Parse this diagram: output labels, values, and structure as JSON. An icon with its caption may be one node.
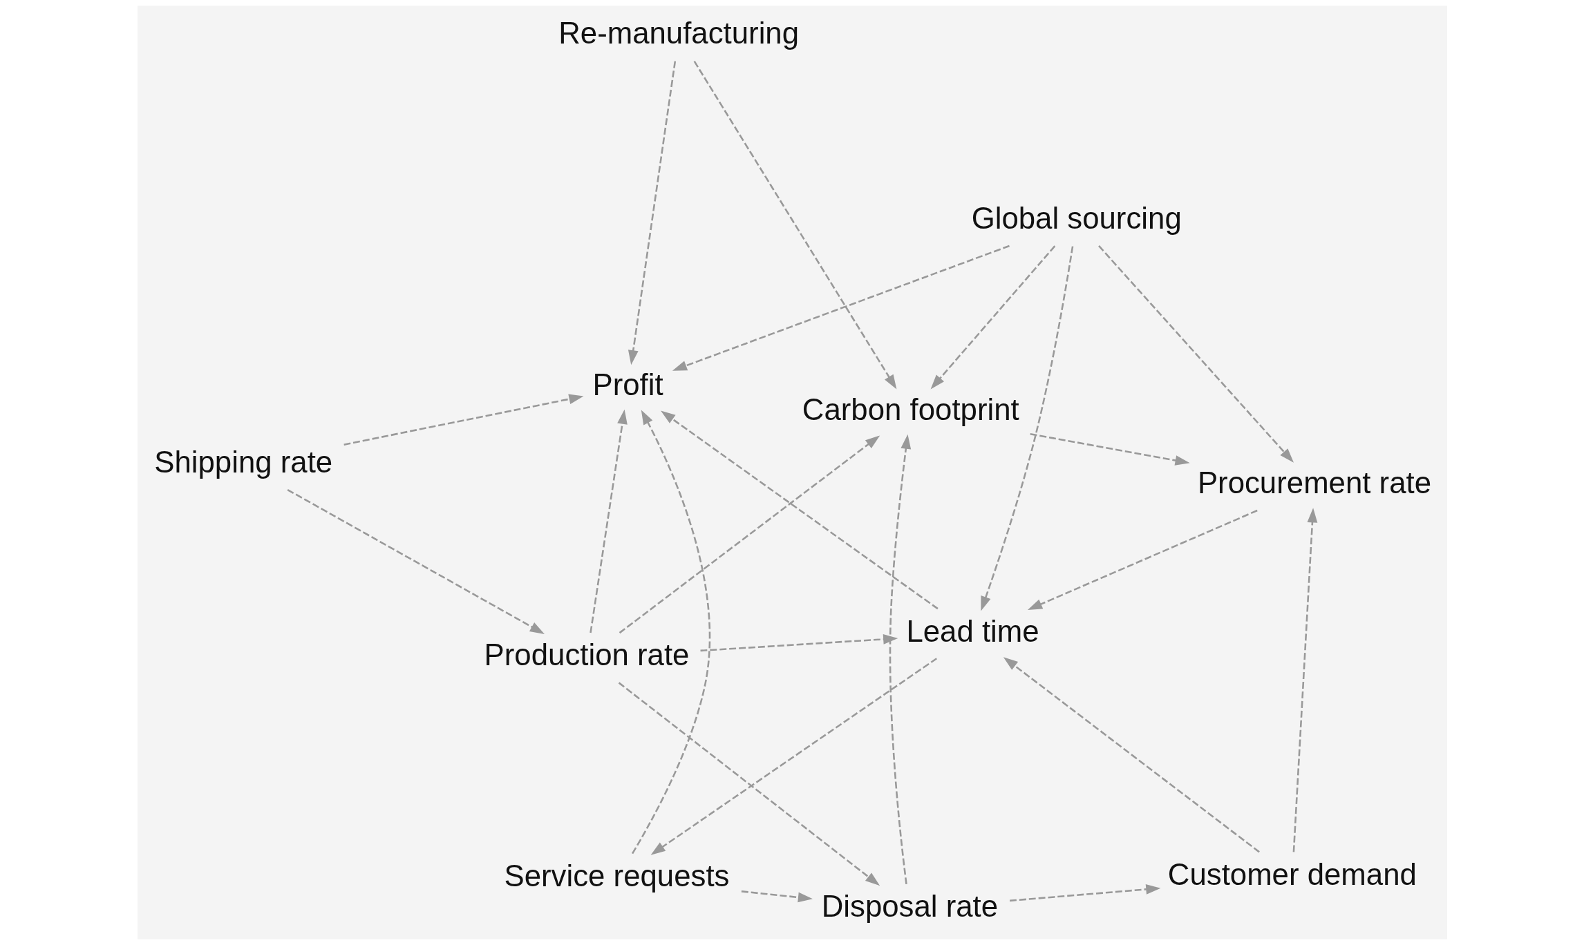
{
  "diagram": {
    "nodes": [
      {
        "text": [
          "Re-manufacturing"
        ]
      },
      {
        "text": [
          "Carbon footprint"
        ]
      },
      {
        "text": [
          "Shipping rate"
        ]
      },
      {
        "text": [
          "Profit"
        ]
      },
      {
        "text": [
          "Production rate"
        ]
      },
      {
        "text": [
          "Global sourcing"
        ]
      },
      {
        "text": [
          "Service requests"
        ]
      },
      {
        "text": [
          "Lead time"
        ]
      },
      {
        "text": [
          "Disposal rate"
        ]
      },
      {
        "text": [
          "Procurement rate"
        ]
      },
      {
        "text": [
          "Customer demand"
        ]
      }
    ],
    "edges": [
      {
        "from": 0,
        "to": 1,
        "arrow": "to",
        "style": "dashed"
      },
      {
        "from": 0,
        "to": 3,
        "arrow": "to",
        "style": "dashed"
      },
      {
        "from": 2,
        "to": 3,
        "arrow": "to",
        "style": "dashed"
      },
      {
        "from": 2,
        "to": 4,
        "arrow": "to",
        "style": "dashed"
      },
      {
        "from": 4,
        "to": 3,
        "arrow": "to",
        "style": "dashed"
      },
      {
        "from": 5,
        "to": 3,
        "arrow": "to",
        "style": "dashed"
      },
      {
        "from": 7,
        "to": 3,
        "arrow": "to",
        "style": "dashed"
      },
      {
        "from": 6,
        "to": 3,
        "arrow": "to",
        "style": "dashed"
      },
      {
        "from": 6,
        "to": 8,
        "arrow": "to",
        "style": "dashed"
      },
      {
        "from": 7,
        "to": 6,
        "arrow": "to",
        "style": "dashed"
      },
      {
        "from": 4,
        "to": 8,
        "arrow": "to",
        "style": "dashed"
      },
      {
        "from": 8,
        "to": 1,
        "arrow": "to",
        "style": "dashed"
      },
      {
        "from": 4,
        "to": 1,
        "arrow": "to",
        "style": "dashed"
      },
      {
        "from": 1,
        "to": 9,
        "arrow": "to",
        "style": "dashed"
      },
      {
        "from": 5,
        "to": 1,
        "arrow": "to",
        "style": "dashed"
      },
      {
        "from": 4,
        "to": 7,
        "arrow": "to",
        "style": "dashed"
      },
      {
        "from": 5,
        "to": 7,
        "arrow": "to",
        "style": "dashed"
      },
      {
        "from": 5,
        "to": 9,
        "arrow": "to",
        "style": "dashed"
      },
      {
        "from": 9,
        "to": 7,
        "arrow": "to",
        "style": "dashed"
      },
      {
        "from": 8,
        "to": 10,
        "arrow": "to",
        "style": "dashed"
      },
      {
        "from": 10,
        "to": 7,
        "arrow": "to",
        "style": "dashed"
      },
      {
        "from": 10,
        "to": 9,
        "arrow": "to",
        "style": "dashed"
      }
    ]
  }
}
